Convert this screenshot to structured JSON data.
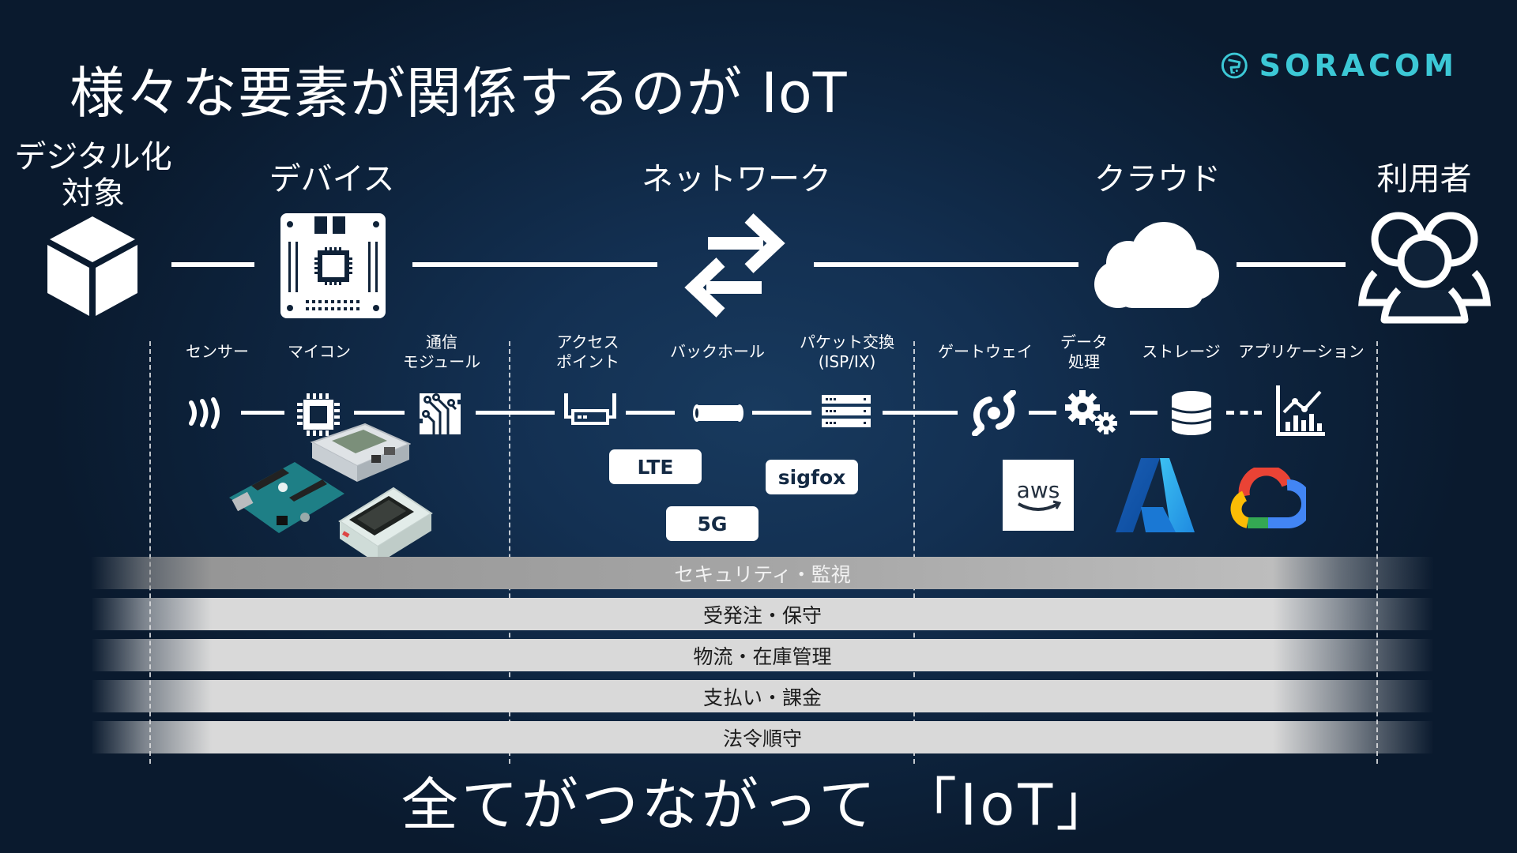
{
  "slide": {
    "title": "様々な要素が関係するのが IoT",
    "logo_text": "SORACOM",
    "brand_color": "#3cc8d6",
    "footer": "全てがつながって 「IoT」"
  },
  "categories": [
    {
      "label_line1": "デジタル化",
      "label_line2": "対象",
      "icon": "cube-icon"
    },
    {
      "label": "デバイス",
      "icon": "circuit-board-icon"
    },
    {
      "label": "ネットワーク",
      "icon": "exchange-arrows-icon"
    },
    {
      "label": "クラウド",
      "icon": "cloud-icon"
    },
    {
      "label": "利用者",
      "icon": "users-group-icon"
    }
  ],
  "components": [
    {
      "label": "センサー",
      "icon": "sensor-waves-icon"
    },
    {
      "label": "マイコン",
      "icon": "microchip-icon"
    },
    {
      "label_line1": "通信",
      "label_line2": "モジュール",
      "icon": "communication-module-icon"
    },
    {
      "label_line1": "アクセス",
      "label_line2": "ポイント",
      "icon": "access-point-icon"
    },
    {
      "label": "バックホール",
      "icon": "pipe-icon"
    },
    {
      "label_line1": "パケット交換",
      "label_line2": "(ISP/IX)",
      "icon": "server-rack-icon"
    },
    {
      "label": "ゲートウェイ",
      "icon": "gateway-icon"
    },
    {
      "label_line1": "データ",
      "label_line2": "処理",
      "icon": "gears-icon"
    },
    {
      "label": "ストレージ",
      "icon": "database-icon"
    },
    {
      "label": "アプリケーション",
      "icon": "analytics-chart-icon"
    }
  ],
  "network_tags": [
    "LTE",
    "sigfox",
    "5G"
  ],
  "cloud_providers": [
    {
      "name": "aws",
      "icon": "aws-logo"
    },
    {
      "name": "Azure",
      "icon": "azure-logo"
    },
    {
      "name": "Google Cloud",
      "icon": "google-cloud-logo"
    }
  ],
  "device_photos": [
    "Raspberry Pi",
    "Arduino",
    "M5Stack"
  ],
  "bands": [
    {
      "label": "セキュリティ・監視"
    },
    {
      "label": "受発注・保守"
    },
    {
      "label": "物流・在庫管理"
    },
    {
      "label": "支払い・課金"
    },
    {
      "label": "法令順守"
    }
  ]
}
